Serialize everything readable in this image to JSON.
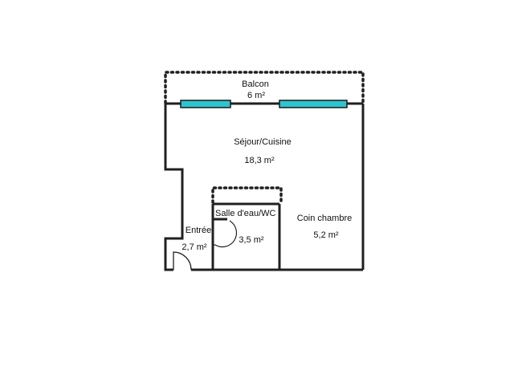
{
  "floorplan": {
    "colors": {
      "wall": "#202020",
      "window_fill": "#2ec4cf",
      "window_stroke": "#1a1a1a",
      "background": "#ffffff"
    },
    "rooms": {
      "balcon": {
        "name": "Balcon",
        "area": "6  m²"
      },
      "sejour": {
        "name": "Séjour/Cuisine",
        "area": "18,3  m²"
      },
      "salle": {
        "name": "Salle d'eau/WC",
        "area": "3,5  m²"
      },
      "coin": {
        "name": "Coin chambre",
        "area": "5,2  m²"
      },
      "entree": {
        "name": "Entrée",
        "area": "2,7  m²"
      }
    }
  }
}
